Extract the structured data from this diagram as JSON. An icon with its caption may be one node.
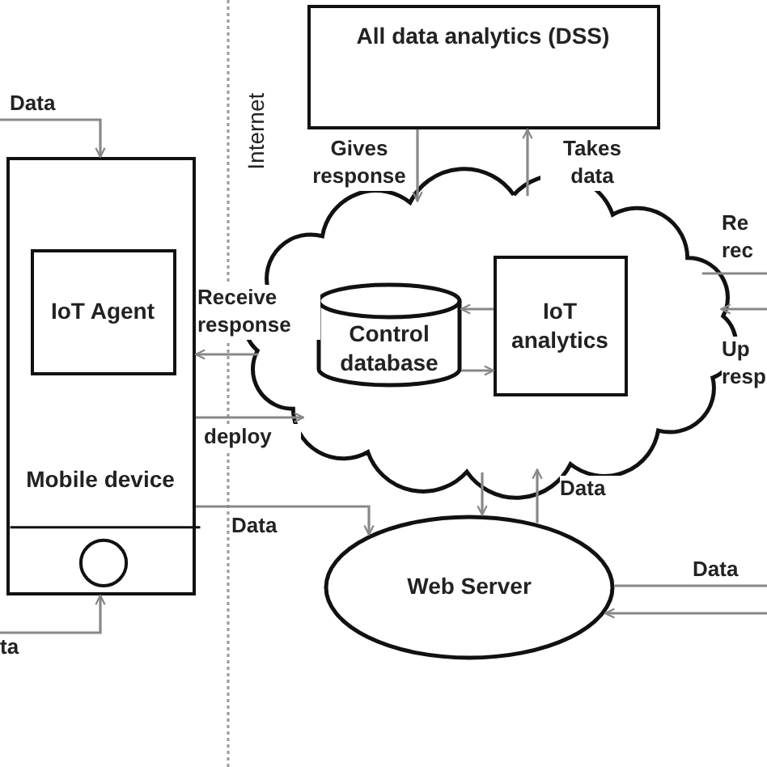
{
  "diagram": {
    "nodes": [
      {
        "text": [
          "Mobile device"
        ]
      },
      {
        "text": [
          "IoT Agent"
        ],
        "in": 0
      },
      {
        "text": [
          "All data analytics (DSS)"
        ]
      },
      {
        "text": [],
        "shape": "cloud"
      },
      {
        "text": [
          "Control database"
        ],
        "in": 3
      },
      {
        "text": [
          "IoT analytics"
        ],
        "in": 3
      },
      {
        "text": [
          "Web Server"
        ]
      }
    ],
    "edges": [
      {
        "from": null,
        "to": 0,
        "arrow": "to",
        "label": "Data"
      },
      {
        "from": 2,
        "to": 3,
        "arrow": "to",
        "label": "Gives response"
      },
      {
        "from": 3,
        "to": 2,
        "arrow": "to",
        "label": "Takes data"
      },
      {
        "from": 3,
        "to": 0,
        "arrow": "to",
        "label": "Receive response"
      },
      {
        "from": 0,
        "to": 3,
        "arrow": "to",
        "label": "deploy"
      },
      {
        "from": 5,
        "to": 4,
        "arrow": "to"
      },
      {
        "from": 4,
        "to": 5,
        "arrow": "to"
      },
      {
        "from": 0,
        "to": 6,
        "arrow": "to",
        "label": "Data"
      },
      {
        "from": 3,
        "to": 6,
        "arrow": "to"
      },
      {
        "from": 6,
        "to": 3,
        "arrow": "to",
        "label": "Data"
      },
      {
        "from": 3,
        "to": null,
        "arrow": "none",
        "label": "Re rec"
      },
      {
        "from": null,
        "to": 3,
        "arrow": "to",
        "label": "Up resp"
      },
      {
        "from": 6,
        "to": null,
        "arrow": "none",
        "label": "Data"
      },
      {
        "from": null,
        "to": 6,
        "arrow": "to"
      },
      {
        "from": null,
        "to": 0,
        "arrow": "to",
        "label": "ta"
      }
    ],
    "labels": [
      "Internet"
    ]
  }
}
